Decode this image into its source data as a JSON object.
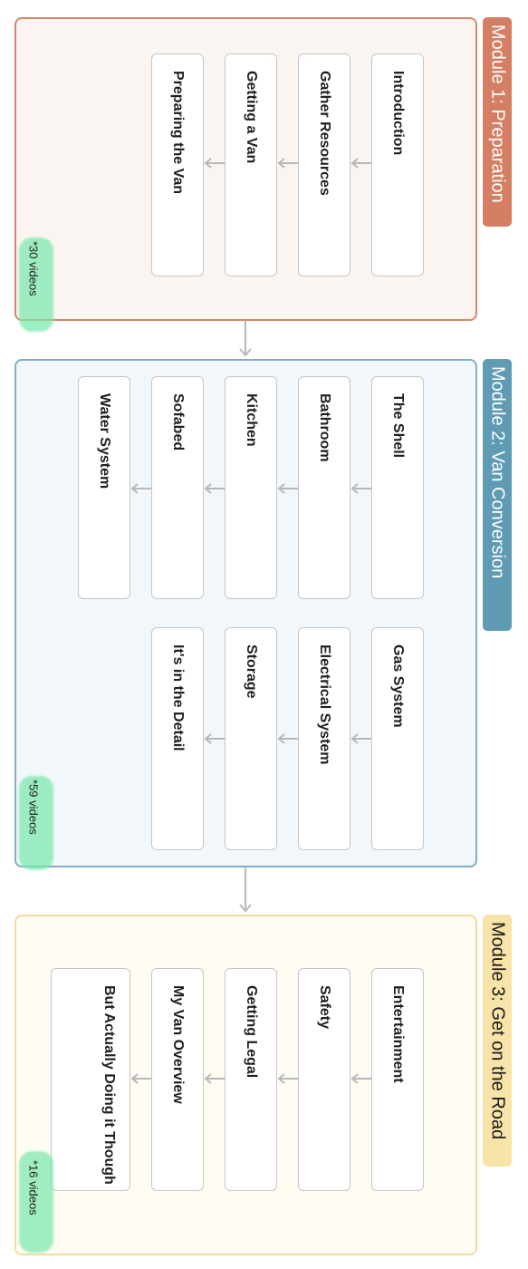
{
  "colors": {
    "m1_border": "#d4876b",
    "m1_bg": "#fbf5f1",
    "m1_title_bg": "#d47f63",
    "m2_border": "#7faec6",
    "m2_bg": "#f1f7fa",
    "m2_title_bg": "#5f9bb2",
    "m3_border": "#f1dc9d",
    "m3_bg": "#fffcf3",
    "m3_title_bg": "#f8e4a8",
    "arrow": "#b8b8b8",
    "highlight": "#78e8aa"
  },
  "modules": [
    {
      "title": "Module 1: Preparation",
      "video_count": "*30 videos",
      "lessons": [
        "Introduction",
        "Gather Resources",
        "Getting a Van",
        "Preparing the Van"
      ]
    },
    {
      "title": "Module 2: Van Conversion",
      "video_count": "*59 videos",
      "lessons": [
        "The Shell",
        "Bathroom",
        "Kitchen",
        "Sofabed",
        "Water System",
        "Gas System",
        "Electrical System",
        "Storage",
        "It's in the Detail"
      ]
    },
    {
      "title": "Module 3: Get on the Road",
      "video_count": "*16 videos",
      "lessons": [
        "Entertainment",
        "Safety",
        "Getting Legal",
        "My Van Overview",
        "But Actually Doing it Though"
      ]
    }
  ]
}
